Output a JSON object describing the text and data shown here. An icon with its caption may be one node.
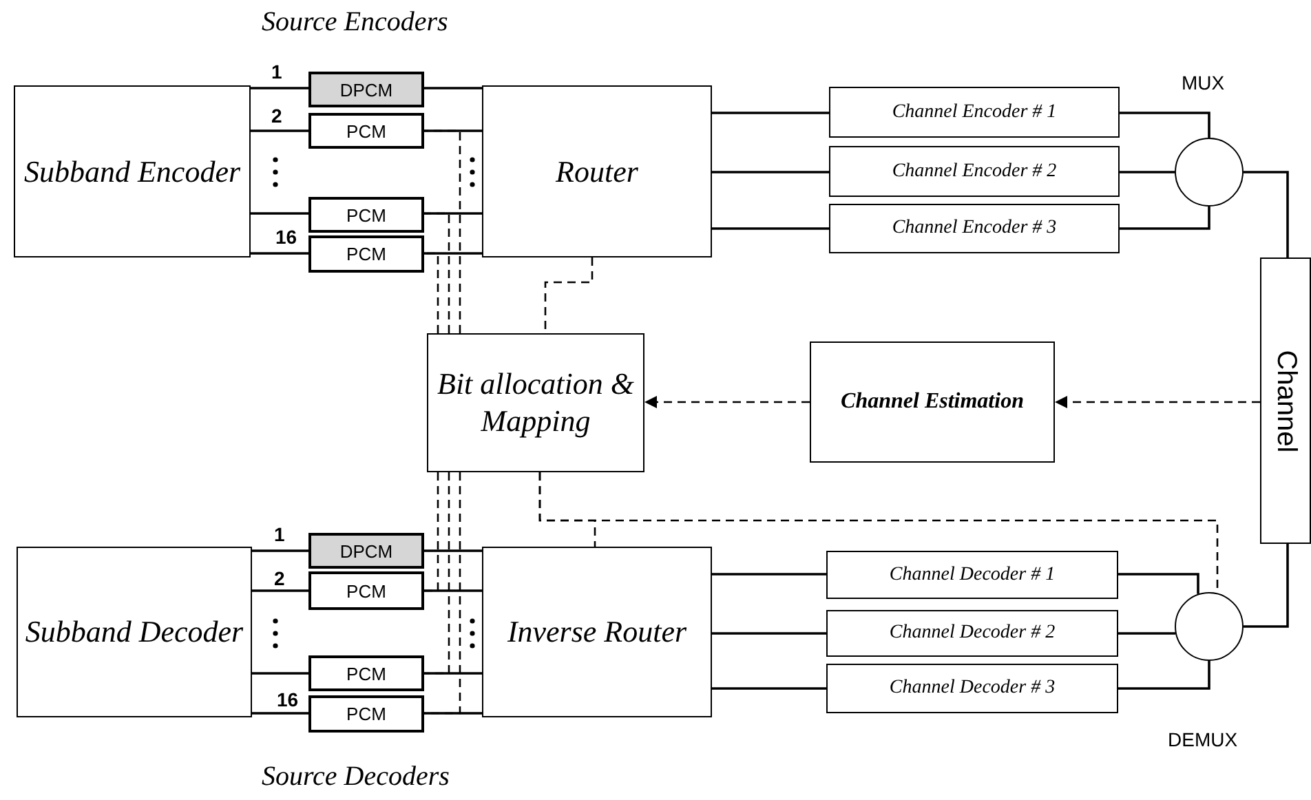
{
  "diagram": {
    "nodes": [
      {
        "text": [
          "Subband Encoder"
        ]
      },
      {
        "text": [
          "DPCM"
        ]
      },
      {
        "text": [
          "PCM"
        ]
      },
      {
        "text": [
          "PCM"
        ]
      },
      {
        "text": [
          "PCM"
        ]
      },
      {
        "text": [
          "Router"
        ]
      },
      {
        "text": [
          "Channel Encoder # 1"
        ]
      },
      {
        "text": [
          "Channel Encoder # 2"
        ]
      },
      {
        "text": [
          "Channel Encoder # 3"
        ]
      },
      {
        "text": [],
        "shape": "circle",
        "beside": [
          "MUX"
        ]
      },
      {
        "text": [
          "Channel"
        ]
      },
      {
        "text": [
          "Bit allocation & Mapping"
        ]
      },
      {
        "text": [
          "Channel Estimation"
        ]
      },
      {
        "text": [
          "Subband Decoder"
        ]
      },
      {
        "text": [
          "DPCM"
        ]
      },
      {
        "text": [
          "PCM"
        ]
      },
      {
        "text": [
          "PCM"
        ]
      },
      {
        "text": [
          "PCM"
        ]
      },
      {
        "text": [
          "Inverse Router"
        ]
      },
      {
        "text": [
          "Channel Decoder # 1"
        ]
      },
      {
        "text": [
          "Channel Decoder # 2"
        ]
      },
      {
        "text": [
          "Channel Decoder # 3"
        ]
      },
      {
        "text": [],
        "shape": "circle",
        "beside": [
          "DEMUX"
        ]
      }
    ],
    "edges": [
      {
        "from": 0,
        "to": 1,
        "arrow": "none"
      },
      {
        "from": 0,
        "to": 2,
        "arrow": "none"
      },
      {
        "from": 0,
        "to": 3,
        "arrow": "none"
      },
      {
        "from": 0,
        "to": 4,
        "arrow": "none"
      },
      {
        "from": 1,
        "to": 5,
        "arrow": "none"
      },
      {
        "from": 2,
        "to": 5,
        "arrow": "none"
      },
      {
        "from": 3,
        "to": 5,
        "arrow": "none"
      },
      {
        "from": 4,
        "to": 5,
        "arrow": "none"
      },
      {
        "from": 5,
        "to": 6,
        "arrow": "none"
      },
      {
        "from": 5,
        "to": 7,
        "arrow": "none"
      },
      {
        "from": 5,
        "to": 8,
        "arrow": "none"
      },
      {
        "from": 6,
        "to": 9,
        "arrow": "none"
      },
      {
        "from": 7,
        "to": 9,
        "arrow": "none"
      },
      {
        "from": 8,
        "to": 9,
        "arrow": "none"
      },
      {
        "from": 9,
        "to": 10,
        "arrow": "none"
      },
      {
        "from": 10,
        "to": 12,
        "arrow": "to",
        "style": "dashed"
      },
      {
        "from": 12,
        "to": 11,
        "arrow": "to",
        "style": "dashed"
      },
      {
        "from": 5,
        "to": 11,
        "arrow": "none",
        "style": "dashed"
      },
      {
        "from": 11,
        "to": 2,
        "arrow": "none",
        "style": "dashed"
      },
      {
        "from": 11,
        "to": 3,
        "arrow": "none",
        "style": "dashed"
      },
      {
        "from": 11,
        "to": 4,
        "arrow": "none",
        "style": "dashed"
      },
      {
        "from": 11,
        "to": 15,
        "arrow": "none",
        "style": "dashed"
      },
      {
        "from": 11,
        "to": 16,
        "arrow": "none",
        "style": "dashed"
      },
      {
        "from": 11,
        "to": 17,
        "arrow": "none",
        "style": "dashed"
      },
      {
        "from": 11,
        "to": 18,
        "arrow": "none",
        "style": "dashed"
      },
      {
        "from": 11,
        "to": 22,
        "arrow": "none",
        "style": "dashed"
      },
      {
        "from": 10,
        "to": 22,
        "arrow": "none"
      },
      {
        "from": 22,
        "to": 19,
        "arrow": "none"
      },
      {
        "from": 22,
        "to": 20,
        "arrow": "none"
      },
      {
        "from": 22,
        "to": 21,
        "arrow": "none"
      },
      {
        "from": 19,
        "to": 18,
        "arrow": "none"
      },
      {
        "from": 20,
        "to": 18,
        "arrow": "none"
      },
      {
        "from": 21,
        "to": 18,
        "arrow": "none"
      },
      {
        "from": 18,
        "to": 14,
        "arrow": "none"
      },
      {
        "from": 18,
        "to": 15,
        "arrow": "none"
      },
      {
        "from": 18,
        "to": 16,
        "arrow": "none"
      },
      {
        "from": 18,
        "to": 17,
        "arrow": "none"
      },
      {
        "from": 14,
        "to": 13,
        "arrow": "none"
      },
      {
        "from": 15,
        "to": 13,
        "arrow": "none"
      },
      {
        "from": 16,
        "to": 13,
        "arrow": "none"
      },
      {
        "from": 17,
        "to": 13,
        "arrow": "none"
      }
    ],
    "labels": [
      "Source Encoders",
      "1",
      "2",
      "16",
      "1",
      "2",
      "16",
      "Source Decoders"
    ]
  }
}
